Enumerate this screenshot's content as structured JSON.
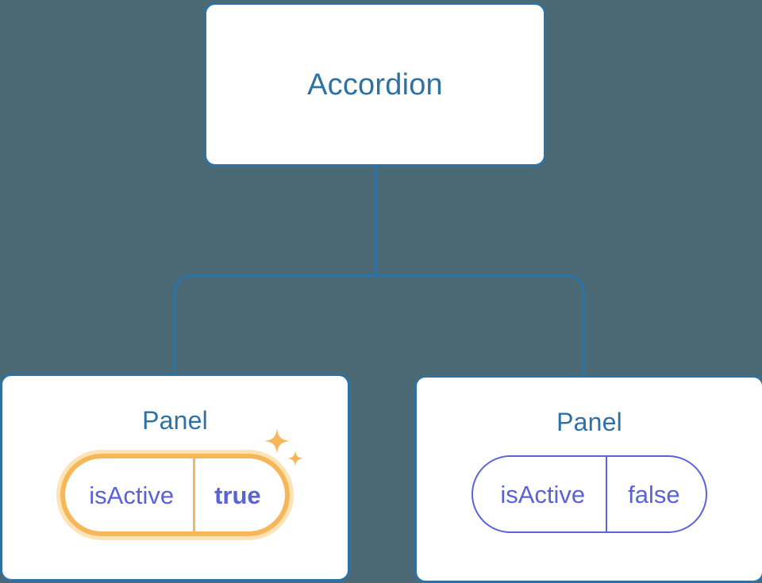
{
  "diagram": {
    "type": "component-tree",
    "background_color": "#4B6974",
    "edge_color": "#2E72A4",
    "nodes": [
      {
        "id": "root",
        "title": "Accordion",
        "title_color": "#2E72A4",
        "border_color": "#2E72A4",
        "background_color": "#FFFFFF"
      },
      {
        "id": "panel-left",
        "title": "Panel",
        "title_color": "#2E72A4",
        "border_color": "#2E72A4",
        "background_color": "#FFFFFF",
        "highlighted": true,
        "prop": {
          "key": "isActive",
          "value": "true",
          "key_color": "#5B62D8",
          "value_color": "#5B62D8",
          "pill_border_color": "#F6B758",
          "pill_glow_color": "#FCE3B8",
          "value_bold": true
        },
        "decoration": {
          "icon": "sparkles-icon",
          "color": "#F6B758"
        }
      },
      {
        "id": "panel-right",
        "title": "Panel",
        "title_color": "#2E72A4",
        "border_color": "#2E72A4",
        "background_color": "#FFFFFF",
        "highlighted": false,
        "prop": {
          "key": "isActive",
          "value": "false",
          "key_color": "#5B62D8",
          "value_color": "#5B62D8",
          "pill_border_color": "#5B62D8",
          "value_bold": false
        }
      }
    ],
    "edges": [
      {
        "from": "root",
        "to": "panel-left"
      },
      {
        "from": "root",
        "to": "panel-right"
      }
    ]
  }
}
